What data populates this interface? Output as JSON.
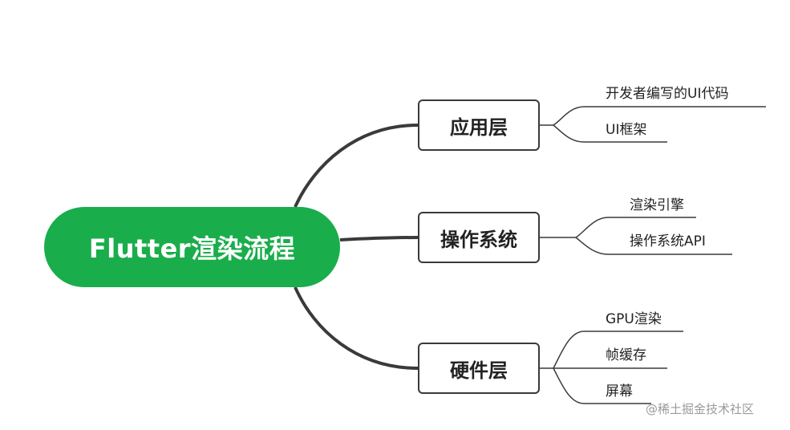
{
  "root": {
    "label": "Flutter渲染流程",
    "color": "#1aad4b"
  },
  "branches": [
    {
      "label": "应用层",
      "children": [
        "开发者编写的UI代码",
        "UI框架"
      ]
    },
    {
      "label": "操作系统",
      "children": [
        "渲染引擎",
        "操作系统API"
      ]
    },
    {
      "label": "硬件层",
      "children": [
        "GPU渲染",
        "帧缓存",
        "屏幕"
      ]
    }
  ],
  "watermark": "@稀土掘金技术社区",
  "line_color": "#3a3a3a"
}
